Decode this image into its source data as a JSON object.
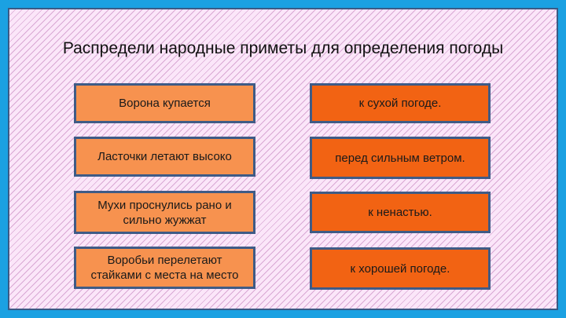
{
  "title": "Распредели народные приметы для определения погоды",
  "signs": [
    "Ворона купается",
    "Ласточки летают высоко",
    "Мухи проснулись рано и сильно жужжат",
    "Воробьи перелетают стайками с места на место"
  ],
  "outcomes": [
    "к сухой погоде.",
    "перед сильным ветром.",
    "к ненастью.",
    "к хорошей погоде."
  ],
  "colors": {
    "frame": "#1ba1e2",
    "sign_box": "#f7924f",
    "outcome_box": "#f26313",
    "border": "#3f5b86"
  }
}
